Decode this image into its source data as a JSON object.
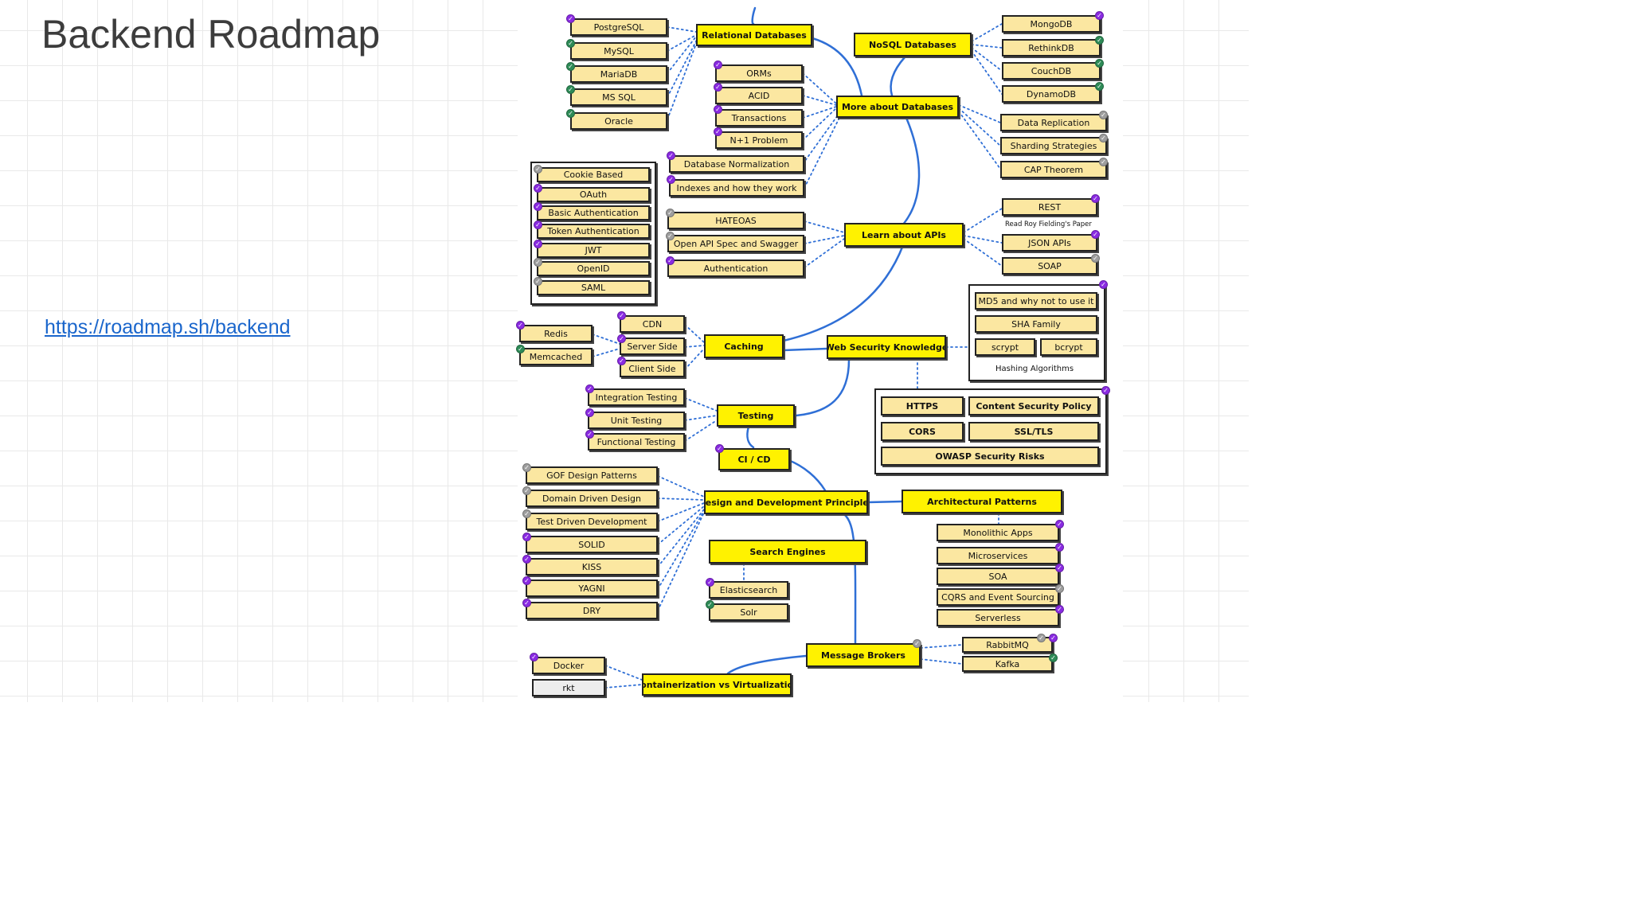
{
  "slide": {
    "title": "Backend Roadmap",
    "link": "https://roadmap.sh/backend"
  },
  "colors": {
    "major_node": "#fff200",
    "node": "#fbe7a1",
    "done": "#8a2be2",
    "done_alt": "#2e8b57",
    "pending": "#9e9e9e",
    "line": "#2f6fd6"
  },
  "nodes": [
    {
      "id": "postgresql",
      "label": "PostgreSQL",
      "type": "item",
      "status": "done"
    },
    {
      "id": "mysql",
      "label": "MySQL",
      "type": "item",
      "status": "done_alt"
    },
    {
      "id": "mariadb",
      "label": "MariaDB",
      "type": "item",
      "status": "done_alt"
    },
    {
      "id": "mssql",
      "label": "MS SQL",
      "type": "item",
      "status": "done_alt"
    },
    {
      "id": "oracle",
      "label": "Oracle",
      "type": "item",
      "status": "done_alt"
    },
    {
      "id": "relational",
      "label": "Relational Databases",
      "type": "major"
    },
    {
      "id": "nosql",
      "label": "NoSQL Databases",
      "type": "major"
    },
    {
      "id": "mongodb",
      "label": "MongoDB",
      "type": "item",
      "status": "done"
    },
    {
      "id": "rethinkdb",
      "label": "RethinkDB",
      "type": "item",
      "status": "done_alt"
    },
    {
      "id": "couchdb",
      "label": "CouchDB",
      "type": "item",
      "status": "done_alt"
    },
    {
      "id": "dynamodb",
      "label": "DynamoDB",
      "type": "item",
      "status": "done_alt"
    },
    {
      "id": "orms",
      "label": "ORMs",
      "type": "item",
      "status": "done"
    },
    {
      "id": "acid",
      "label": "ACID",
      "type": "item",
      "status": "done"
    },
    {
      "id": "transactions",
      "label": "Transactions",
      "type": "item",
      "status": "done"
    },
    {
      "id": "n1",
      "label": "N+1 Problem",
      "type": "item",
      "status": "done"
    },
    {
      "id": "moredb",
      "label": "More about Databases",
      "type": "major"
    },
    {
      "id": "replication",
      "label": "Data Replication",
      "type": "item",
      "status": "pending"
    },
    {
      "id": "sharding",
      "label": "Sharding Strategies",
      "type": "item",
      "status": "pending"
    },
    {
      "id": "cap",
      "label": "CAP Theorem",
      "type": "item",
      "status": "pending"
    },
    {
      "id": "normalization",
      "label": "Database Normalization",
      "type": "item",
      "status": "done"
    },
    {
      "id": "indexes",
      "label": "Indexes and how they work",
      "type": "item",
      "status": "done"
    },
    {
      "id": "cookie",
      "label": "Cookie Based",
      "type": "item",
      "status": "pending"
    },
    {
      "id": "oauth",
      "label": "OAuth",
      "type": "item",
      "status": "done"
    },
    {
      "id": "basicauth",
      "label": "Basic Authentication",
      "type": "item",
      "status": "done"
    },
    {
      "id": "tokenauth",
      "label": "Token Authentication",
      "type": "item",
      "status": "done"
    },
    {
      "id": "jwt",
      "label": "JWT",
      "type": "item",
      "status": "done"
    },
    {
      "id": "openid",
      "label": "OpenID",
      "type": "item",
      "status": "pending"
    },
    {
      "id": "saml",
      "label": "SAML",
      "type": "item",
      "status": "pending"
    },
    {
      "id": "hateoas",
      "label": "HATEOAS",
      "type": "item",
      "status": "pending"
    },
    {
      "id": "openapi",
      "label": "Open API Spec and Swagger",
      "type": "item",
      "status": "pending"
    },
    {
      "id": "authentication",
      "label": "Authentication",
      "type": "item",
      "status": "done"
    },
    {
      "id": "apis",
      "label": "Learn about APIs",
      "type": "major"
    },
    {
      "id": "rest",
      "label": "REST",
      "type": "item",
      "status": "done"
    },
    {
      "id": "jsonapi",
      "label": "JSON APIs",
      "type": "item",
      "status": "done"
    },
    {
      "id": "soap",
      "label": "SOAP",
      "type": "item",
      "status": "pending"
    },
    {
      "id": "md5",
      "label": "MD5 and why not to use it",
      "type": "item"
    },
    {
      "id": "sha",
      "label": "SHA Family",
      "type": "item"
    },
    {
      "id": "scrypt",
      "label": "scrypt",
      "type": "item"
    },
    {
      "id": "bcrypt",
      "label": "bcrypt",
      "type": "item"
    },
    {
      "id": "redis",
      "label": "Redis",
      "type": "item",
      "status": "done"
    },
    {
      "id": "memcached",
      "label": "Memcached",
      "type": "item",
      "status": "done_alt"
    },
    {
      "id": "cdn",
      "label": "CDN",
      "type": "item",
      "status": "done"
    },
    {
      "id": "serverside",
      "label": "Server Side",
      "type": "item",
      "status": "done"
    },
    {
      "id": "clientside",
      "label": "Client Side",
      "type": "item",
      "status": "done"
    },
    {
      "id": "caching",
      "label": "Caching",
      "type": "major"
    },
    {
      "id": "websec",
      "label": "Web Security Knowledge",
      "type": "major"
    },
    {
      "id": "https",
      "label": "HTTPS",
      "type": "item"
    },
    {
      "id": "csp",
      "label": "Content Security Policy",
      "type": "item"
    },
    {
      "id": "cors",
      "label": "CORS",
      "type": "item"
    },
    {
      "id": "ssl",
      "label": "SSL/TLS",
      "type": "item"
    },
    {
      "id": "owasp",
      "label": "OWASP Security Risks",
      "type": "item"
    },
    {
      "id": "integration",
      "label": "Integration Testing",
      "type": "item",
      "status": "done"
    },
    {
      "id": "unit",
      "label": "Unit Testing",
      "type": "item",
      "status": "done"
    },
    {
      "id": "functional",
      "label": "Functional Testing",
      "type": "item",
      "status": "done"
    },
    {
      "id": "testing",
      "label": "Testing",
      "type": "major"
    },
    {
      "id": "cicd",
      "label": "CI / CD",
      "type": "major",
      "status": "done"
    },
    {
      "id": "gof",
      "label": "GOF Design Patterns",
      "type": "item",
      "status": "pending"
    },
    {
      "id": "ddd",
      "label": "Domain Driven Design",
      "type": "item",
      "status": "pending"
    },
    {
      "id": "tdd",
      "label": "Test Driven Development",
      "type": "item",
      "status": "pending"
    },
    {
      "id": "solid",
      "label": "SOLID",
      "type": "item",
      "status": "done"
    },
    {
      "id": "kiss",
      "label": "KISS",
      "type": "item",
      "status": "done"
    },
    {
      "id": "yagni",
      "label": "YAGNI",
      "type": "item",
      "status": "done"
    },
    {
      "id": "dry",
      "label": "DRY",
      "type": "item",
      "status": "done"
    },
    {
      "id": "design",
      "label": "Design and Development Principles",
      "type": "major"
    },
    {
      "id": "arch",
      "label": "Architectural Patterns",
      "type": "major"
    },
    {
      "id": "search",
      "label": "Search Engines",
      "type": "major"
    },
    {
      "id": "elastic",
      "label": "Elasticsearch",
      "type": "item",
      "status": "done"
    },
    {
      "id": "solr",
      "label": "Solr",
      "type": "item",
      "status": "done_alt"
    },
    {
      "id": "monolithic",
      "label": "Monolithic Apps",
      "type": "item",
      "status": "done"
    },
    {
      "id": "microservices",
      "label": "Microservices",
      "type": "item",
      "status": "done"
    },
    {
      "id": "soa",
      "label": "SOA",
      "type": "item",
      "status": "done"
    },
    {
      "id": "cqrs",
      "label": "CQRS and Event Sourcing",
      "type": "item",
      "status": "pending"
    },
    {
      "id": "serverless",
      "label": "Serverless",
      "type": "item",
      "status": "done"
    },
    {
      "id": "brokers",
      "label": "Message Brokers",
      "type": "major",
      "status": "pending"
    },
    {
      "id": "rabbitmq",
      "label": "RabbitMQ",
      "type": "item",
      "status": "done"
    },
    {
      "id": "kafka",
      "label": "Kafka",
      "type": "item",
      "status": "done_alt"
    },
    {
      "id": "docker",
      "label": "Docker",
      "type": "item",
      "status": "done"
    },
    {
      "id": "rkt",
      "label": "rkt",
      "type": "grey"
    },
    {
      "id": "containers",
      "label": "Containerization vs Virtualization",
      "type": "major"
    }
  ],
  "labels": {
    "roy": "Read Roy Fielding's Paper",
    "hashing": "Hashing Algorithms"
  }
}
